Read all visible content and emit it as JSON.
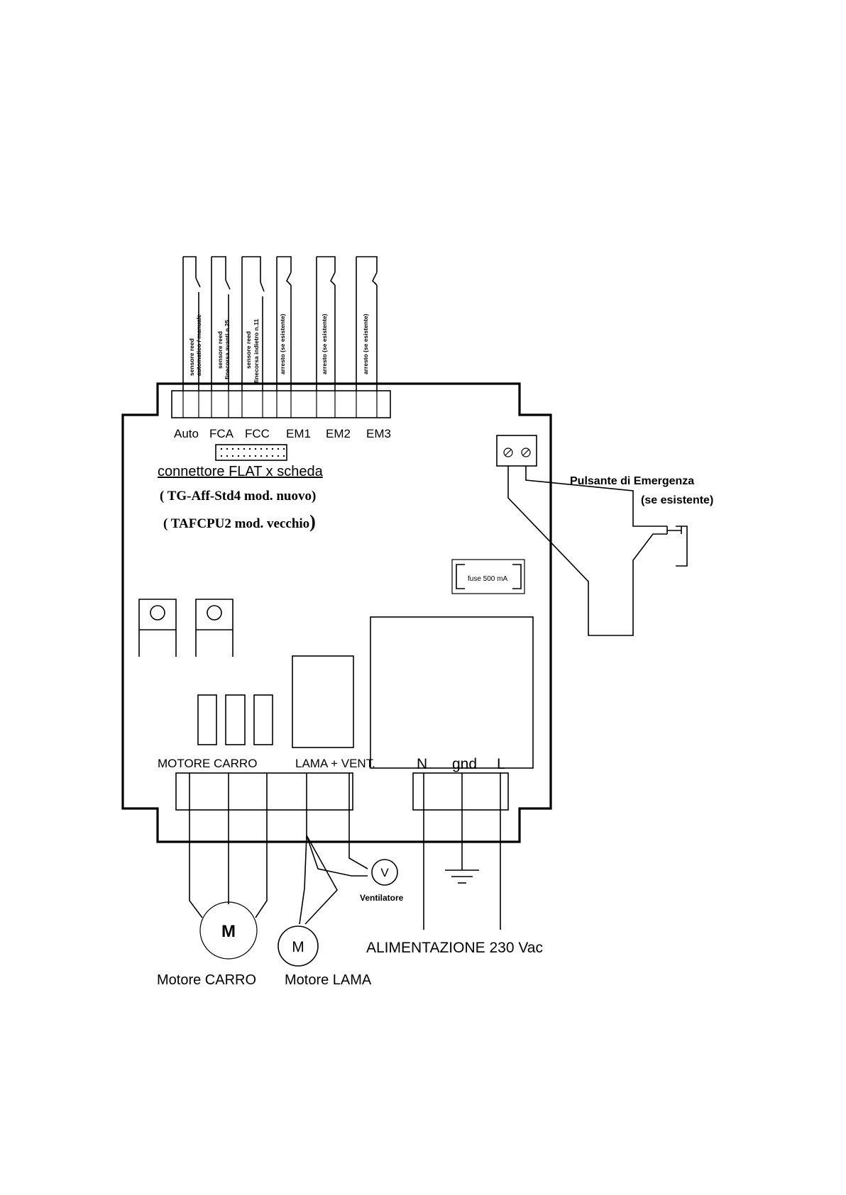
{
  "sensor_labels": {
    "auto": [
      "sensore reed",
      "automatico / manuale"
    ],
    "fca": [
      "sensore reed",
      "finecorsa avanti n.25"
    ],
    "fcc": [
      "sensore reed",
      "finecorsa indietro n.11"
    ],
    "em1": "arresto (se esistente)",
    "em2": "arresto (se esistente)",
    "em3": "arresto (se esistente)"
  },
  "terminals_top": [
    "Auto",
    "FCA",
    "FCC",
    "EM1",
    "EM2",
    "EM3"
  ],
  "flat_connector": {
    "label": "connettore FLAT x scheda",
    "model_new": "( TG-Aff-Std4  mod. nuovo)",
    "model_old_text": "( TAFCPU2  mod. vecchio",
    "model_old_paren": ")"
  },
  "emergency": {
    "title": "Pulsante di Emergenza",
    "note": "(se esistente)"
  },
  "fuse": "fuse 500 mA",
  "bottom_labels": {
    "motore_carro": "MOTORE CARRO",
    "lama_vent": "LAMA + VENT.",
    "n": "N",
    "gnd": "gnd",
    "l": "L"
  },
  "motors": {
    "symbol": "M",
    "carro": "Motore CARRO",
    "lama": "Motore LAMA",
    "vent_symbol": "V",
    "vent_label": "Ventilatore"
  },
  "power": "ALIMENTAZIONE 230 Vac"
}
